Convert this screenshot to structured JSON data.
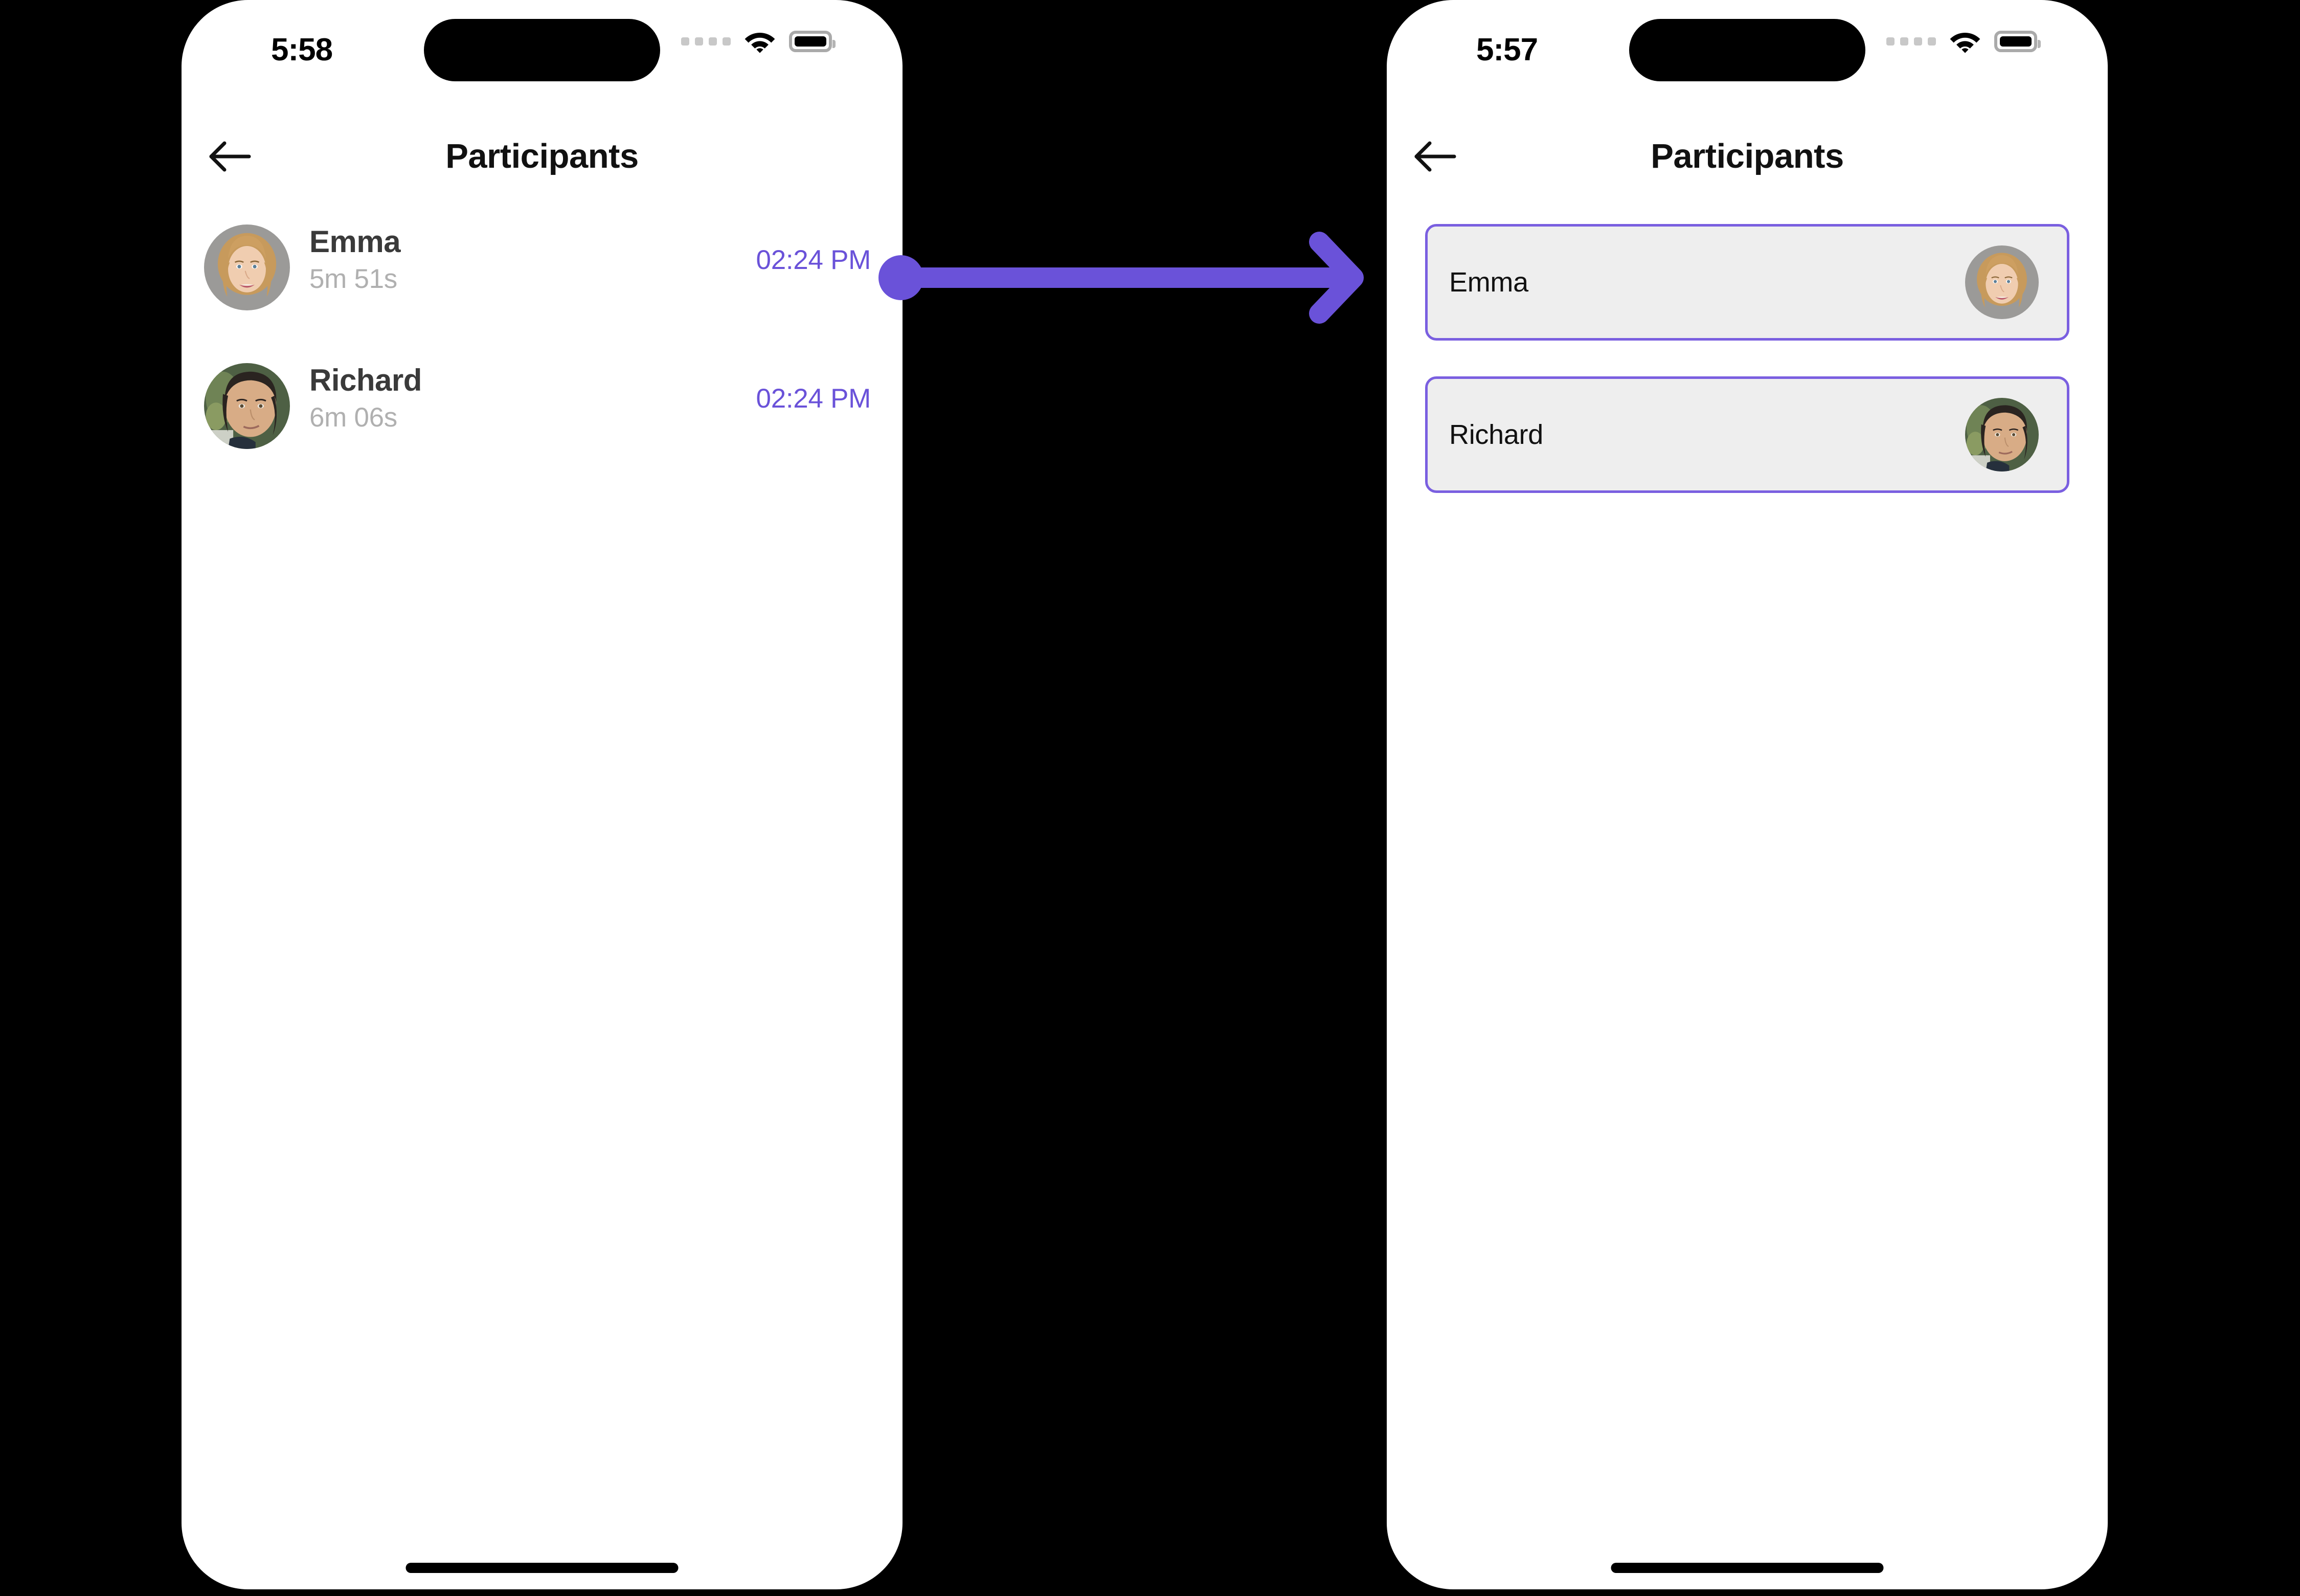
{
  "colors": {
    "accent_purple": "#6a52d9",
    "card_border": "#7a5fe0",
    "card_fill": "#eeeeee",
    "duration_gray": "#b0b0b0",
    "background": "#000000"
  },
  "screens": [
    {
      "id": "left",
      "status_bar": {
        "time": "5:58",
        "cellular_icon": "cellular-dots-icon",
        "wifi_icon": "wifi-icon",
        "battery_icon": "battery-icon"
      },
      "nav": {
        "back_icon": "arrow-left-icon",
        "title": "Participants"
      },
      "participants": [
        {
          "name": "Emma",
          "duration": "5m 51s",
          "time": "02:24 PM",
          "avatar": "emma-avatar"
        },
        {
          "name": "Richard",
          "duration": "6m 06s",
          "time": "02:24 PM",
          "avatar": "richard-avatar"
        }
      ]
    },
    {
      "id": "right",
      "status_bar": {
        "time": "5:57",
        "cellular_icon": "cellular-dots-icon",
        "wifi_icon": "wifi-icon",
        "battery_icon": "battery-icon"
      },
      "nav": {
        "back_icon": "arrow-left-icon",
        "title": "Participants"
      },
      "participants": [
        {
          "name": "Emma",
          "avatar": "emma-avatar"
        },
        {
          "name": "Richard",
          "avatar": "richard-avatar"
        }
      ]
    }
  ],
  "annotation": {
    "type": "arrow",
    "icon": "arrow-right-icon",
    "color": "#6a52d9",
    "from": "left-screen-emma-row",
    "to": "right-screen-emma-card"
  }
}
